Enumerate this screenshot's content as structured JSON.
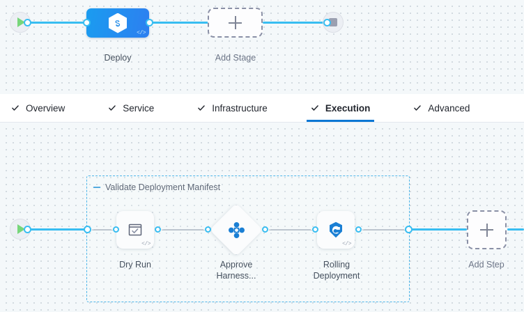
{
  "stage_canvas": {
    "start_node": {
      "name": "pipeline-start",
      "icon": "play-icon"
    },
    "end_node": {
      "name": "pipeline-end",
      "icon": "stop-icon"
    },
    "stages": [
      {
        "label": "Deploy",
        "icon": "harness-hexagon-icon",
        "badge": "</>"
      },
      {
        "label": "Add Stage",
        "icon": "plus-icon"
      }
    ]
  },
  "tabs": {
    "items": [
      {
        "label": "Overview",
        "icon": "check-icon",
        "active": false
      },
      {
        "label": "Service",
        "icon": "check-icon",
        "active": false
      },
      {
        "label": "Infrastructure",
        "icon": "check-icon",
        "active": false
      },
      {
        "label": "Execution",
        "icon": "check-icon",
        "active": true
      },
      {
        "label": "Advanced",
        "icon": "check-icon",
        "active": false
      }
    ]
  },
  "execution": {
    "start_node": {
      "name": "execution-start",
      "icon": "play-icon"
    },
    "group": {
      "title": "Validate Deployment Manifest",
      "collapse_icon": "minus-icon"
    },
    "steps": [
      {
        "label": "Dry Run",
        "icon": "checklist-icon",
        "badge": "</>"
      },
      {
        "label": "Approve\nHarness...",
        "icon": "approval-diamond-icon"
      },
      {
        "label": "Rolling\nDeployment",
        "icon": "kubernetes-icon",
        "badge": "</>"
      }
    ],
    "add_step": {
      "label": "Add Step",
      "icon": "plus-icon"
    }
  },
  "colors": {
    "accent_blue": "#38bdf1",
    "tab_active": "#0a77d4",
    "stage_blue": "#1a9cf0",
    "canvas_bg": "#f4f8fa",
    "play_green": "#77d67a",
    "dashed_gray": "#b0bac5"
  }
}
